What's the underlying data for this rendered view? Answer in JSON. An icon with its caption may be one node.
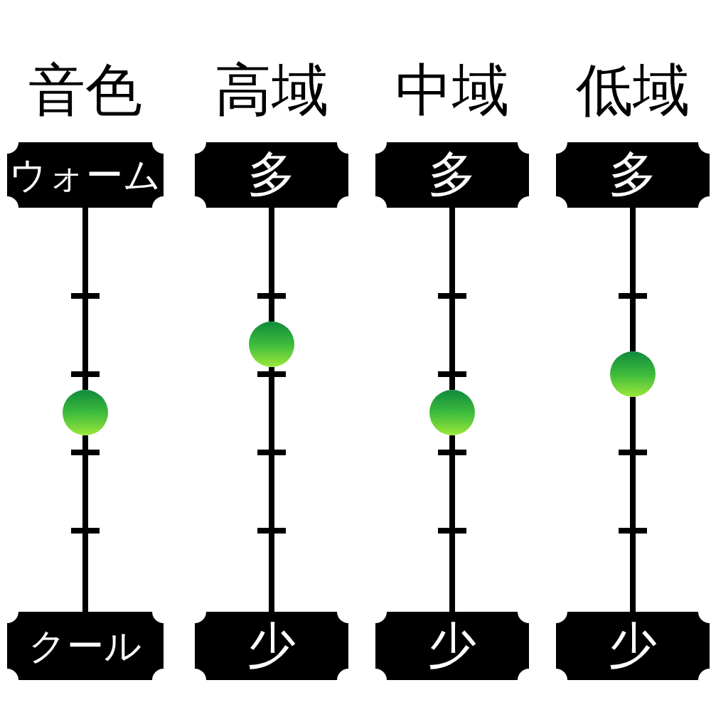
{
  "diagram": {
    "nodes": [
      {
        "text": [
          "ウォーム"
        ]
      },
      {
        "text": [
          "多"
        ]
      },
      {
        "text": [
          "多"
        ]
      },
      {
        "text": [
          "多"
        ]
      },
      {
        "text": [],
        "shape": "circle"
      },
      {
        "text": [],
        "shape": "circle"
      },
      {
        "text": [],
        "shape": "circle"
      },
      {
        "text": [],
        "shape": "circle"
      },
      {
        "text": [
          "クール"
        ]
      },
      {
        "text": [
          "少"
        ]
      },
      {
        "text": [
          "少"
        ]
      },
      {
        "text": [
          "少"
        ]
      }
    ],
    "edges": [
      {
        "from": 0,
        "to": 4,
        "arrow": "none"
      },
      {
        "from": 4,
        "to": 8,
        "arrow": "none"
      },
      {
        "from": 1,
        "to": 5,
        "arrow": "none"
      },
      {
        "from": 5,
        "to": 9,
        "arrow": "none"
      },
      {
        "from": 2,
        "to": 6,
        "arrow": "none"
      },
      {
        "from": 6,
        "to": 10,
        "arrow": "none"
      },
      {
        "from": 3,
        "to": 7,
        "arrow": "none"
      },
      {
        "from": 7,
        "to": 11,
        "arrow": "none"
      }
    ],
    "labels": [
      "音色",
      "高域",
      "中域",
      "低域"
    ]
  }
}
